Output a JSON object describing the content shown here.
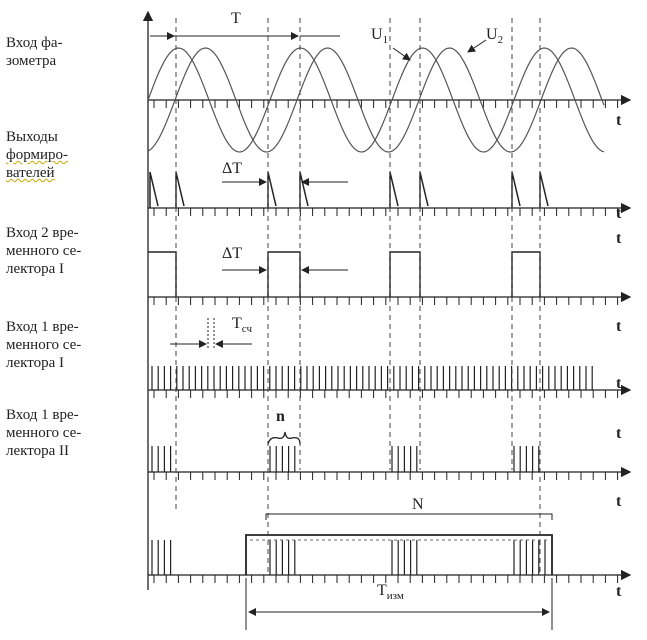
{
  "diagram": {
    "row_labels": {
      "phase_meter_input": "Вход фа-\nзометра",
      "shaper_outputs_1": "Выходы",
      "shaper_outputs_2": "формиро-",
      "shaper_outputs_3": "вателей",
      "selector1_input2": "Вход 2 вре-\nменного се-\nлектора I",
      "selector1_input1": "Вход 1 вре-\nменного се-\nлектора I",
      "selector2_input1": "Вход 1 вре-\nменного се-\nлектора II"
    },
    "time_axis_label": "t",
    "annotations": {
      "period": "T",
      "u1": "U",
      "u1_sub": "1",
      "u2": "U",
      "u2_sub": "2",
      "delta_t_1": "ΔT",
      "delta_t_2": "ΔT",
      "tcount": "T",
      "tcount_sub": "сч",
      "n_small": "n",
      "n_big": "N",
      "tmeas": "T",
      "tmeas_sub": "изм"
    }
  }
}
